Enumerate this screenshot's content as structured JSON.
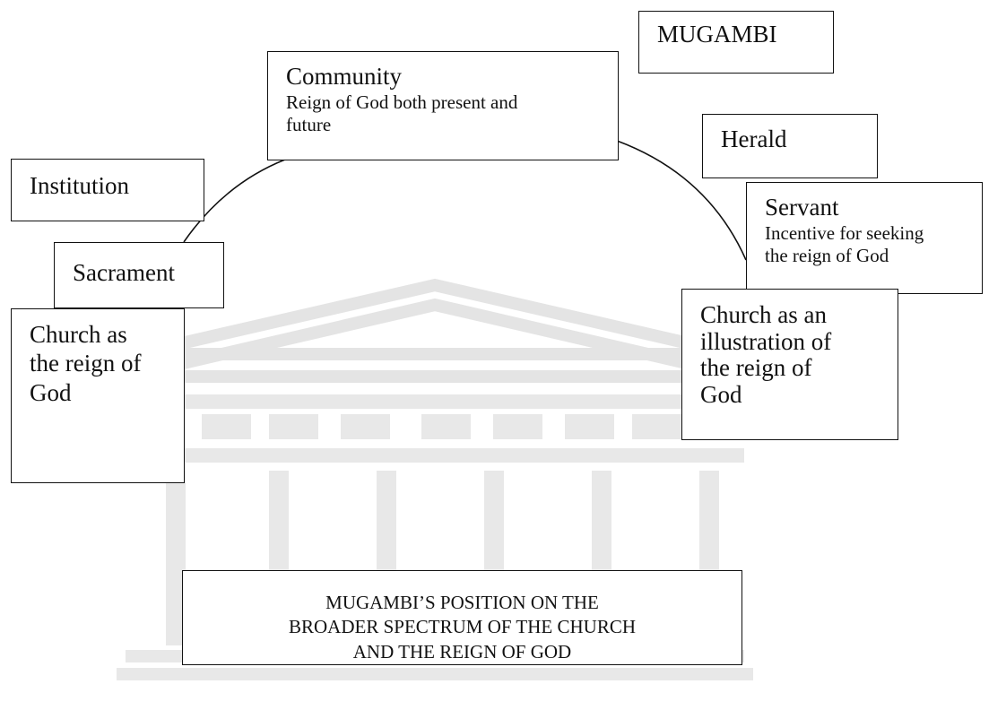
{
  "diagram": {
    "title": "MUGAMBI",
    "nodes": {
      "community": {
        "label": "Community",
        "description_line1": "Reign of God both present and",
        "description_line2": "future"
      },
      "institution": {
        "label": "Institution"
      },
      "sacrament": {
        "label": "Sacrament"
      },
      "church_reign": {
        "line1": "Church as",
        "line2": "the reign of",
        "line3": "God"
      },
      "herald": {
        "label": "Herald"
      },
      "servant": {
        "label": "Servant",
        "description_line1": "Incentive for seeking",
        "description_line2": "the reign of God"
      },
      "church_illustration": {
        "line1": "Church as an",
        "line2": "illustration of",
        "line3": "the reign of",
        "line4": "God"
      }
    },
    "caption": {
      "line1": "MUGAMBI’S POSITION ON THE",
      "line2": "BROADER SPECTRUM OF THE CHURCH",
      "line3": "AND THE REIGN OF GOD"
    }
  },
  "colors": {
    "ink": "#111111",
    "watermark": "#e6e6e6",
    "background": "#ffffff"
  },
  "watermark_icon": "university-building-watermark"
}
